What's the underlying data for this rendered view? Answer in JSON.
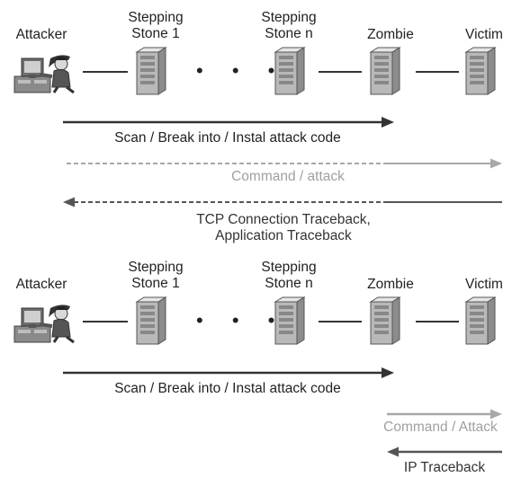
{
  "colors": {
    "solid_arrow": "#333333",
    "command_arrow": "#a8a8a8",
    "traceback_arrow": "#555555",
    "server_body": "#b9b9b9",
    "link_line": "#333333"
  },
  "panels": [
    {
      "nodes": {
        "attacker": "Attacker",
        "stone1": "Stepping\nStone 1",
        "ellipsis": "• • •",
        "stonen": "Stepping\nStone n",
        "zombie": "Zombie",
        "victim": "Victim"
      },
      "arrows": {
        "scan": "Scan / Break into / Instal attack code",
        "command": "Command / attack",
        "traceback": "TCP Connection Traceback,\nApplication Traceback"
      }
    },
    {
      "nodes": {
        "attacker": "Attacker",
        "stone1": "Stepping\nStone 1",
        "ellipsis": "• • •",
        "stonen": "Stepping\nStone n",
        "zombie": "Zombie",
        "victim": "Victim"
      },
      "arrows": {
        "scan": "Scan / Break into / Instal attack code",
        "command": "Command / Attack",
        "traceback": "IP Traceback"
      }
    }
  ]
}
